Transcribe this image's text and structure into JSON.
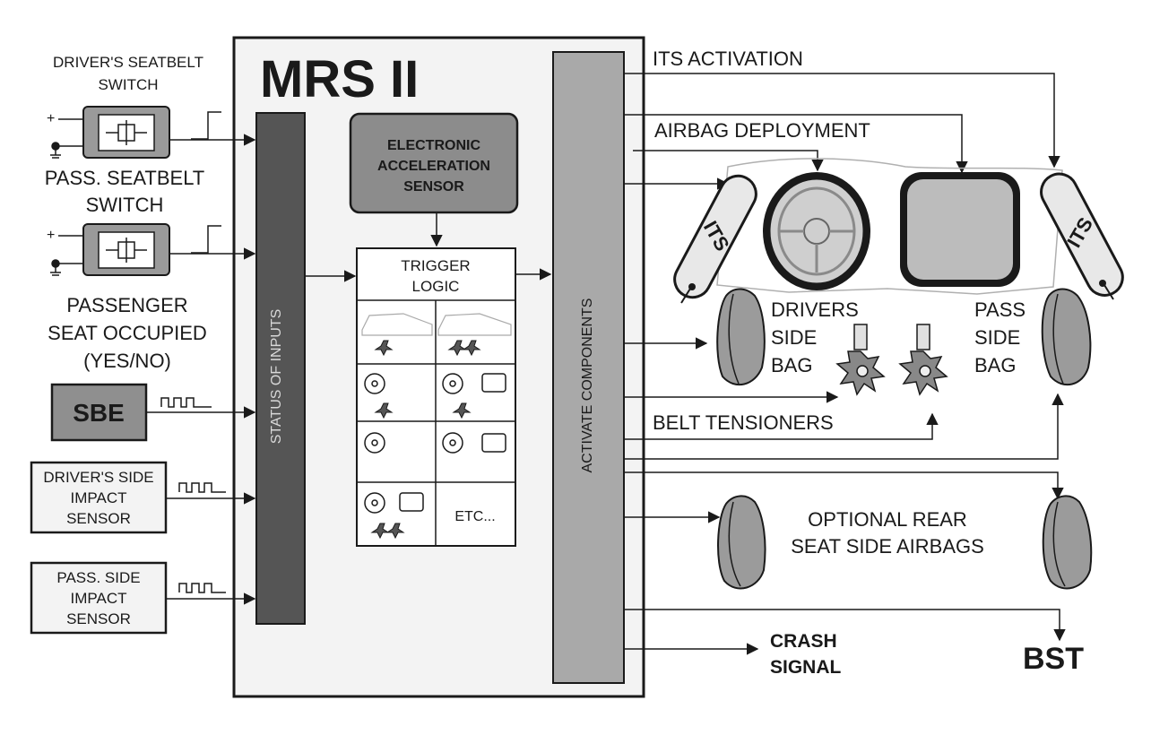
{
  "title": "MRS II",
  "inputs": {
    "driver_seatbelt": [
      "DRIVER'S SEATBELT",
      "SWITCH"
    ],
    "pass_seatbelt": [
      "PASS. SEATBELT",
      "SWITCH"
    ],
    "passenger_seat": [
      "PASSENGER",
      "SEAT OCCUPIED",
      "(YES/NO)"
    ],
    "sbe": "SBE",
    "driver_side_impact": [
      "DRIVER'S SIDE",
      "IMPACT",
      "SENSOR"
    ],
    "pass_side_impact": [
      "PASS. SIDE",
      "IMPACT",
      "SENSOR"
    ],
    "plus": "+"
  },
  "module": {
    "status_of_inputs": "STATUS OF INPUTS",
    "accel_sensor": [
      "ELECTRONIC",
      "ACCELERATION",
      "SENSOR"
    ],
    "trigger_logic": [
      "TRIGGER",
      "LOGIC"
    ],
    "etc": "ETC...",
    "activate_components": "ACTIVATE COMPONENTS"
  },
  "outputs": {
    "its_activation": "ITS ACTIVATION",
    "airbag_deployment": "AIRBAG DEPLOYMENT",
    "its_left": "ITS",
    "its_right": "ITS",
    "drivers_side_bag": [
      "DRIVERS",
      "SIDE",
      "BAG"
    ],
    "pass_side_bag": [
      "PASS",
      "SIDE",
      "BAG"
    ],
    "belt_tensioners": "BELT TENSIONERS",
    "optional_rear": [
      "OPTIONAL REAR",
      "SEAT SIDE AIRBAGS"
    ],
    "crash_signal": [
      "CRASH",
      "SIGNAL"
    ],
    "bst": "BST"
  },
  "colors": {
    "line": "#1a1a1a",
    "module_bg": "#f3f3f3",
    "status_bar": "#555555",
    "activate_bar": "#a9a9a9",
    "accel_box": "#8c8c8c",
    "switch_box": "#9a9a9a",
    "sbe_box": "#8f8f8f",
    "bag": "#9b9b9b",
    "airbag_face": "#bcbcbc"
  }
}
